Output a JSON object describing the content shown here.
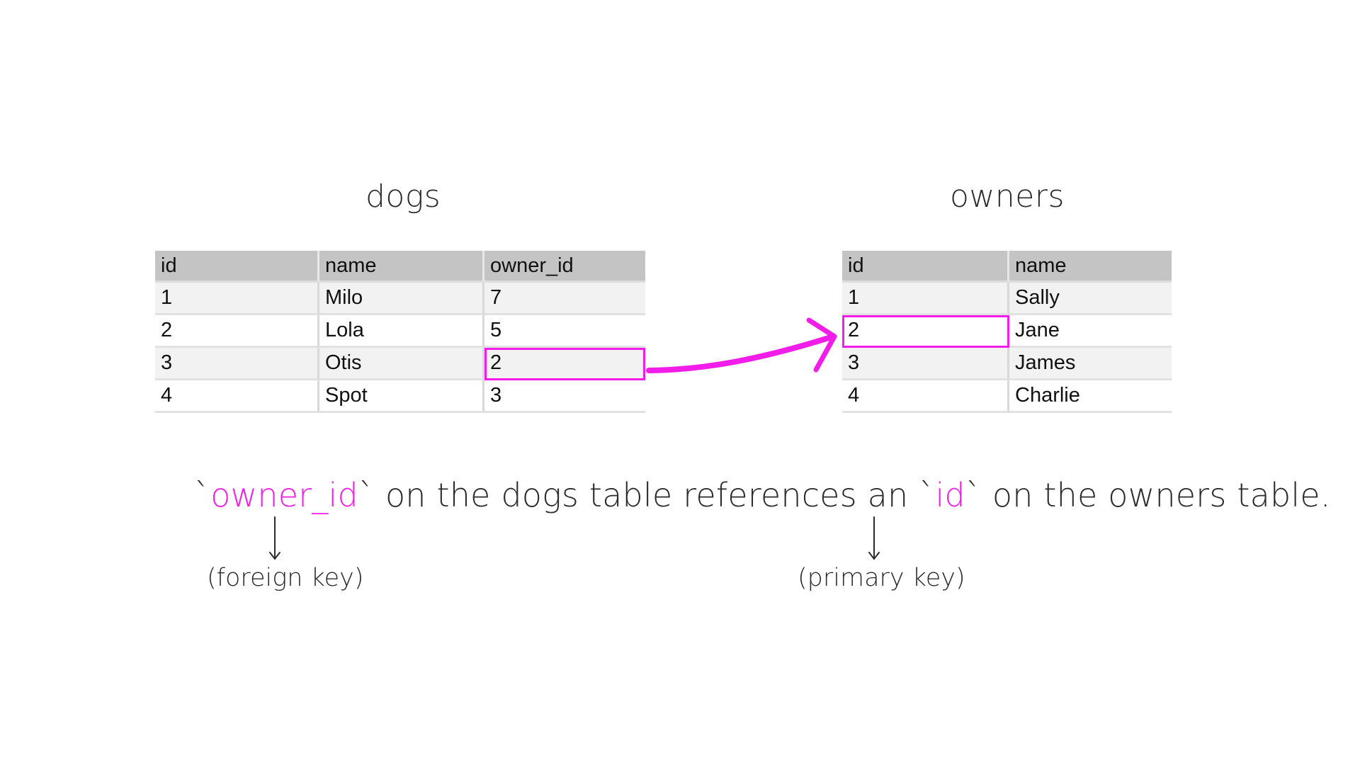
{
  "dogs": {
    "title": "dogs",
    "headers": [
      "id",
      "name",
      "owner_id"
    ],
    "rows": [
      [
        "1",
        "Milo",
        "7"
      ],
      [
        "2",
        "Lola",
        "5"
      ],
      [
        "3",
        "Otis",
        "2"
      ],
      [
        "4",
        "Spot",
        "3"
      ]
    ]
  },
  "owners": {
    "title": "owners",
    "headers": [
      "id",
      "name"
    ],
    "rows": [
      [
        "1",
        "Sally"
      ],
      [
        "2",
        "Jane"
      ],
      [
        "3",
        "James"
      ],
      [
        "4",
        "Charlie"
      ]
    ]
  },
  "sentence": {
    "tick_open_1": "`",
    "highlight_1": "owner_id",
    "middle": "` on the dogs table references an `",
    "highlight_2": "id",
    "end": "` on the owners table."
  },
  "labels": {
    "foreign_key": "(foreign key)",
    "primary_key": "(primary key)"
  },
  "colors": {
    "accent": "#f21de8",
    "header_bg": "#c4c4c4",
    "stripe_bg": "#f2f2f2"
  }
}
